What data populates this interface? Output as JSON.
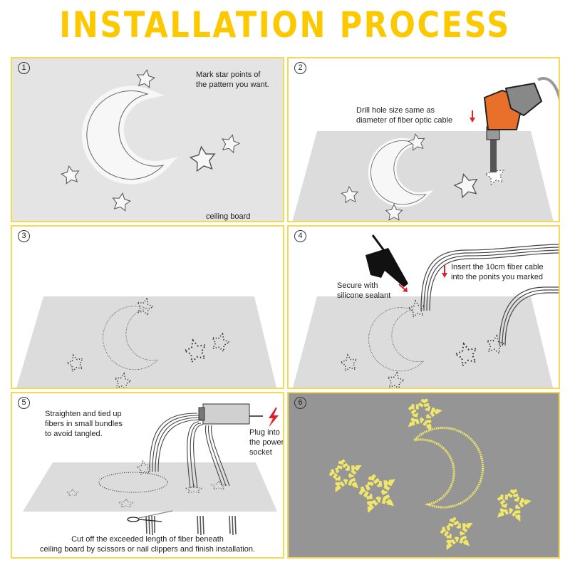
{
  "header": {
    "title": "INSTALLATION PROCESS"
  },
  "colors": {
    "title": "#fcc800",
    "panel_border": "#f4d858",
    "board": "#dcdcdc",
    "step6_background": "#959595",
    "glow": "#f0e66a",
    "drill": "#e8702a",
    "arrow_red": "#e0202a"
  },
  "steps": [
    {
      "number": "1",
      "texts": {
        "instruction": [
          "Mark star points of",
          "the pattern you want."
        ],
        "label": "ceiling board"
      },
      "icons": [
        "moon-stencil-icon",
        "star-stencil-icon"
      ]
    },
    {
      "number": "2",
      "texts": {
        "instruction": [
          "Drill hole size same as",
          "diameter of fiber optic cable"
        ]
      },
      "icons": [
        "drill-icon",
        "down-arrow-icon"
      ]
    },
    {
      "number": "3",
      "texts": {},
      "icons": [
        "dotted-moon-icon",
        "dotted-star-icon"
      ]
    },
    {
      "number": "4",
      "texts": {
        "sealant": [
          "Secure with",
          "silicone sealant"
        ],
        "insert": [
          "Insert the 10cm fiber cable",
          "into  the ponits you marked"
        ]
      },
      "icons": [
        "glue-gun-icon",
        "fiber-cable-icon",
        "down-arrow-icon"
      ]
    },
    {
      "number": "5",
      "texts": {
        "bundle": [
          "Straighten and tied up",
          "fibers in small bundles",
          "to avoid tangled."
        ],
        "plug": [
          "Plug into",
          "the power",
          "socket"
        ],
        "cut": [
          "Cut off the exceeded length of fiber beneath",
          "ceiling board by scissors or nail clippers and finish installation."
        ]
      },
      "icons": [
        "light-engine-icon",
        "lightning-icon",
        "scissors-icon"
      ]
    },
    {
      "number": "6",
      "texts": {},
      "icons": [
        "glowing-moon-icon",
        "glowing-star-icon"
      ]
    }
  ]
}
